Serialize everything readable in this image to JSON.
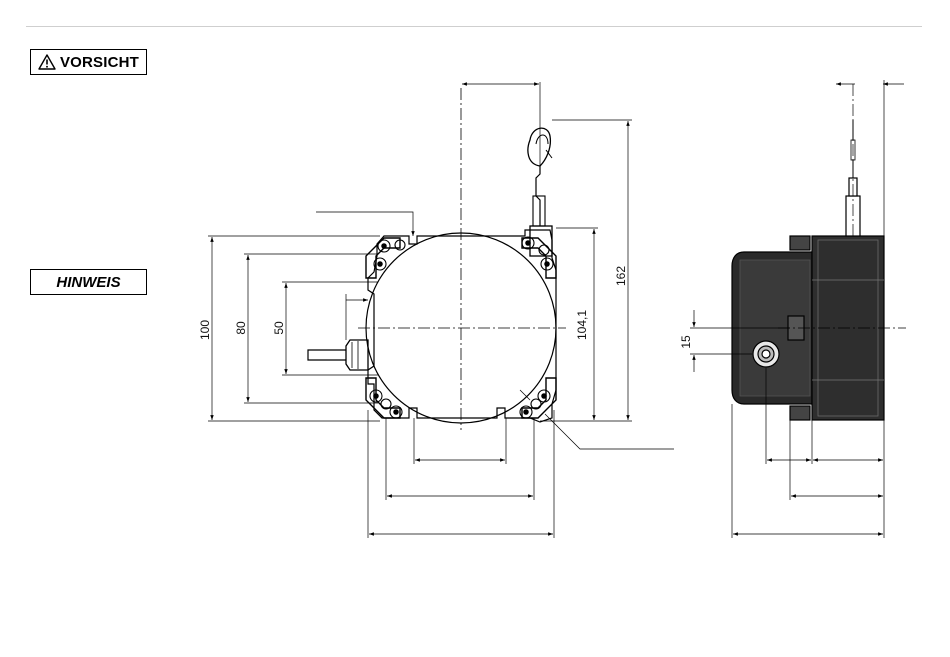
{
  "labels": {
    "caution": "VORSICHT",
    "notice": "HINWEIS"
  },
  "icons": {
    "caution": "warning-triangle-icon"
  },
  "dimensions": {
    "height_100": "100",
    "height_80": "80",
    "height_50": "50",
    "height_104_1": "104,1",
    "height_162": "162",
    "offset_15": "15"
  },
  "colors": {
    "line": "#000000",
    "housing": "#2a2a2a",
    "rule": "#cfcfcf"
  }
}
